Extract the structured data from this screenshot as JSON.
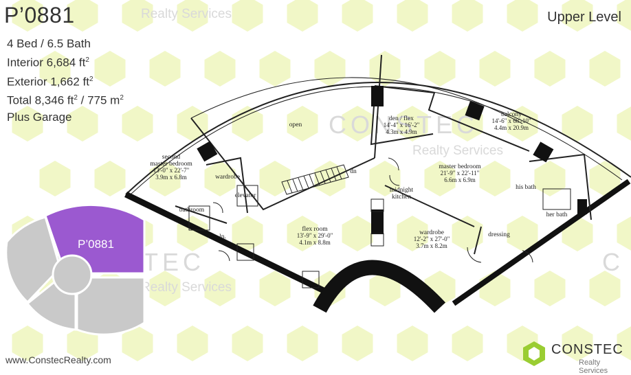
{
  "unit": {
    "name": "P’0881",
    "bedrooms_baths": "4 Bed / 6.5 Bath",
    "interior": "Interior 6,684 ft",
    "exterior": "Exterior 1,662 ft",
    "total_ft": "Total 8,346 ft",
    "total_m": " / 775 m",
    "garage": "Plus Garage",
    "superscript": "2"
  },
  "level": "Upper Level",
  "website": "www.ConstecRealty.com",
  "brand": {
    "name": "CONSTEC",
    "tagline": "Realty Services",
    "watermark_name": "CONSTEC",
    "watermark_tagline": "Realty Services",
    "accent_color": "#9acd32",
    "highlight_color": "#9b59d0"
  },
  "keyplan": {
    "highlight_label": "P’0881"
  },
  "rooms": [
    {
      "key": "open",
      "name": "open"
    },
    {
      "key": "second_master",
      "name": "second master bedroom",
      "dims_ft": "13'-0\" x 22'-7\"",
      "dims_m": "3.9m x 6.8m"
    },
    {
      "key": "wardrobe_small",
      "name": "wardrobe"
    },
    {
      "key": "bathroom",
      "name": "bathroom"
    },
    {
      "key": "elevator",
      "name": "elevator"
    },
    {
      "key": "ln",
      "name": "ln."
    },
    {
      "key": "dn",
      "name": "dn"
    },
    {
      "key": "den_flex",
      "name": "den / flex",
      "dims_ft": "14'-4\" x 16'-2\"",
      "dims_m": "4.3m x 4.9m"
    },
    {
      "key": "balcony",
      "name": "balcony",
      "dims_ft": "14'-6\" x 68'-10\"",
      "dims_m": "4.4m x 20.9m"
    },
    {
      "key": "master",
      "name": "master bedroom",
      "dims_ft": "21'-9\" x 22'-11\"",
      "dims_m": "6.6m x 6.9m"
    },
    {
      "key": "midnight",
      "name": "midnight kitchen"
    },
    {
      "key": "his_bath",
      "name": "his bath"
    },
    {
      "key": "her_bath",
      "name": "her bath"
    },
    {
      "key": "flex_room",
      "name": "flex room",
      "dims_ft": "13'-9\" x 29'-0\"",
      "dims_m": "4.1m x 8.8m"
    },
    {
      "key": "wardrobe",
      "name": "wardrobe",
      "dims_ft": "12'-2\" x 27'-0\"",
      "dims_m": "3.7m x 8.2m"
    },
    {
      "key": "dressing",
      "name": "dressing"
    }
  ]
}
